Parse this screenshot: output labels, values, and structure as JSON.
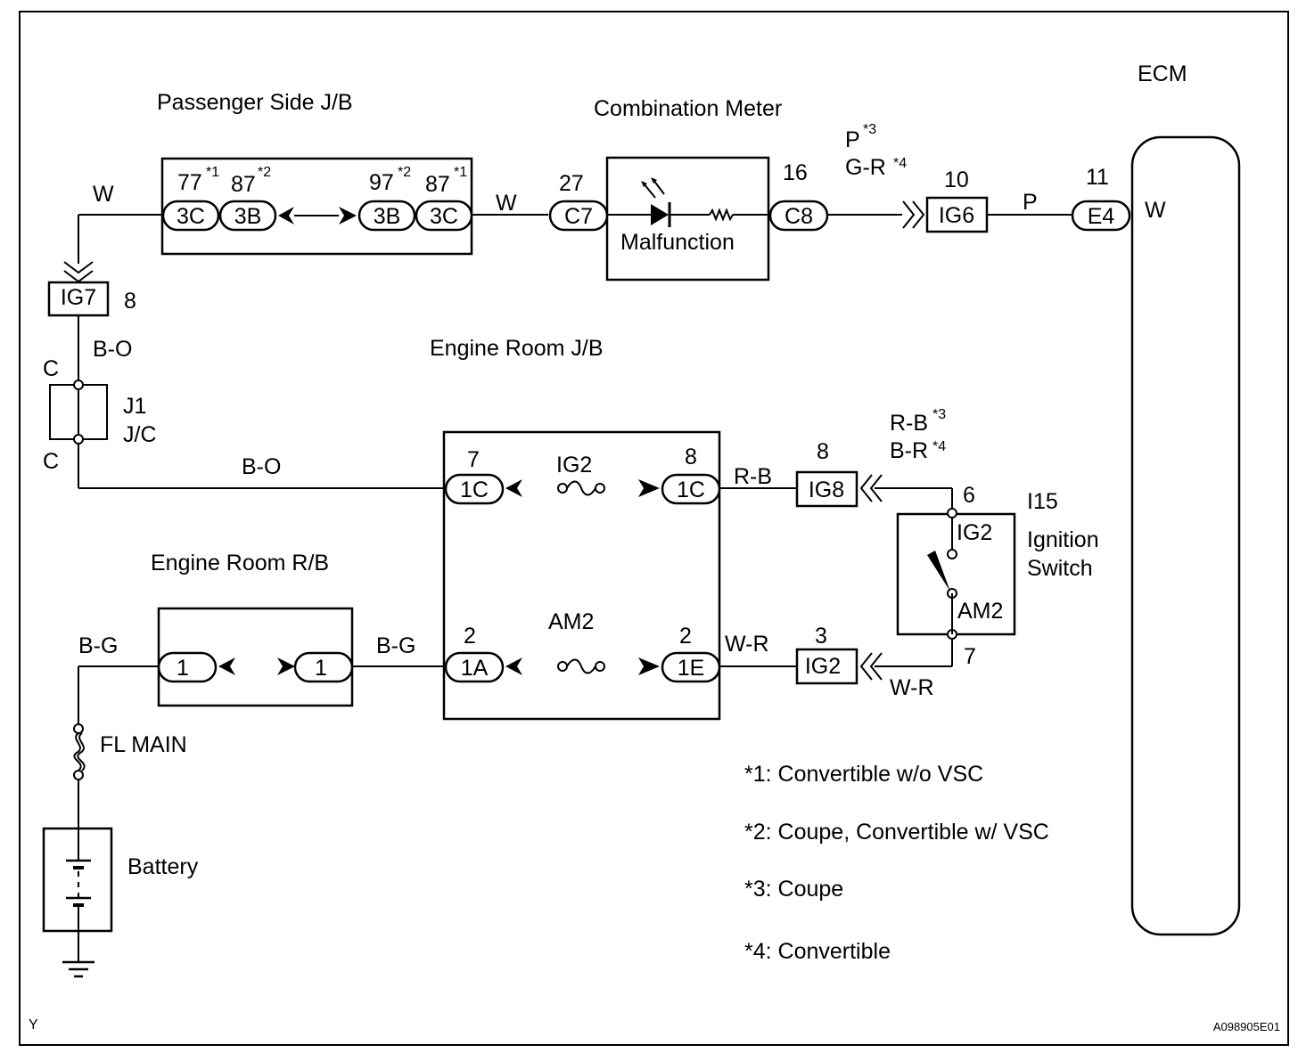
{
  "ecu": {
    "title": "ECM",
    "terminal_pin": "11",
    "connector": "E4",
    "wire": "W"
  },
  "passenger_jb": {
    "title": "Passenger Side J/B",
    "left_wire": "W",
    "right_wire": "W",
    "pins": [
      {
        "num": "77",
        "note": "*1",
        "conn": "3C"
      },
      {
        "num": "87",
        "note": "*2",
        "conn": "3B"
      },
      {
        "num": "97",
        "note": "*2",
        "conn": "3B"
      },
      {
        "num": "87",
        "note": "*1",
        "conn": "3C"
      }
    ]
  },
  "combo_meter": {
    "title": "Combination Meter",
    "lamp_label": "Malfunction",
    "in_pin": "27",
    "in_conn": "C7",
    "out_pin": "16",
    "out_conn": "C8"
  },
  "ig6": {
    "wire_a": "P",
    "wire_a_note": "*3",
    "wire_b": "G-R",
    "wire_b_note": "*4",
    "pin": "10",
    "label": "IG6",
    "out_wire": "P"
  },
  "ig7": {
    "label": "IG7",
    "pin": "8",
    "wire": "B-O"
  },
  "jc": {
    "name": "J1",
    "type": "J/C",
    "top_term": "C",
    "bottom_term": "C",
    "out_wire": "B-O"
  },
  "engine_jb": {
    "title": "Engine Room J/B",
    "ig2_fuse": "IG2",
    "am2_fuse": "AM2",
    "ig2_in_pin": "7",
    "ig2_in_conn": "1C",
    "ig2_out_pin": "8",
    "ig2_out_conn": "1C",
    "am2_in_pin": "2",
    "am2_in_conn": "1A",
    "am2_out_pin": "2",
    "am2_out_conn": "1E"
  },
  "ig8_wire": {
    "wire": "R-B",
    "pin": "8",
    "label": "IG8",
    "alt_a": "R-B",
    "alt_a_note": "*3",
    "alt_b": "B-R",
    "alt_b_note": "*4"
  },
  "ig2_wire": {
    "wire": "W-R",
    "pin": "3",
    "label": "IG2",
    "low_wire": "W-R"
  },
  "ignition_switch": {
    "code": "I15",
    "name_1": "Ignition",
    "name_2": "Switch",
    "top_pin": "6",
    "top_label": "IG2",
    "bottom_pin": "7",
    "bottom_label": "AM2"
  },
  "engine_rb": {
    "title": "Engine Room R/B",
    "in_wire": "B-G",
    "out_wire": "B-G",
    "in_conn": "1",
    "out_conn": "1"
  },
  "fl_main": {
    "label": "FL MAIN"
  },
  "battery": {
    "label": "Battery"
  },
  "notes": [
    "*1: Convertible w/o VSC",
    "*2: Coupe, Convertible w/ VSC",
    "*3: Coupe",
    "*4: Convertible"
  ],
  "corner_code": "Y",
  "figure_id": "A098905E01"
}
